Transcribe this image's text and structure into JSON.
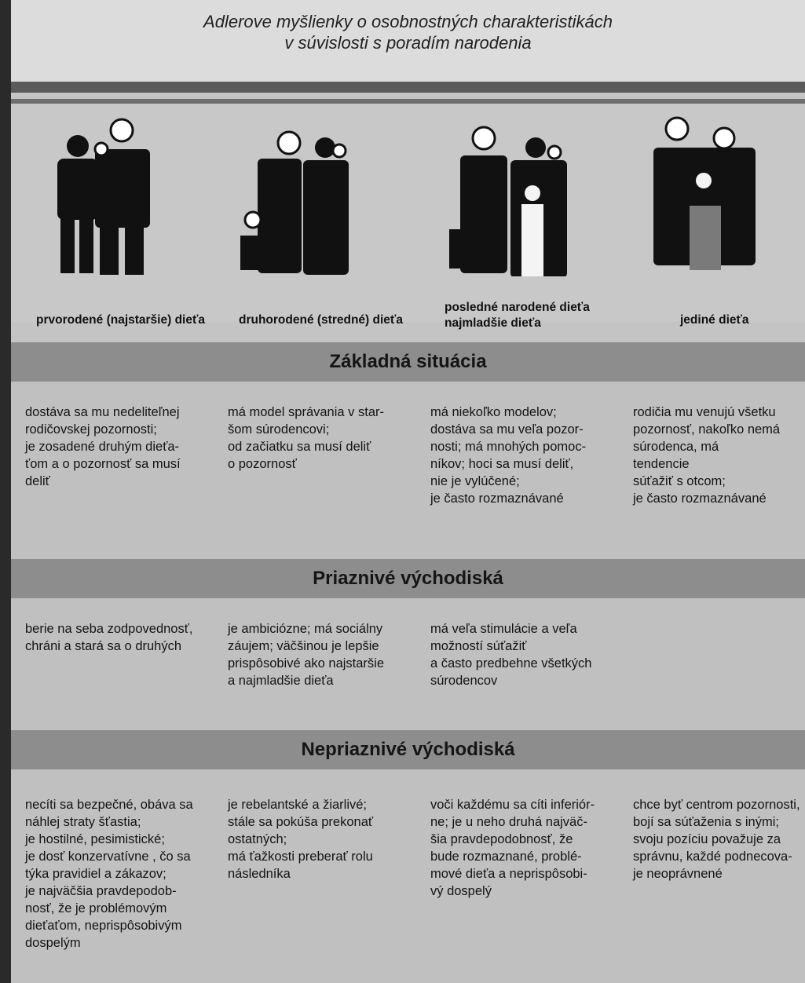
{
  "title": {
    "line1": "Adlerove myšlienky o osobnostných charakteristikách",
    "line2": "v súvislosti s poradím narodenia"
  },
  "figures": [
    {
      "icon": "family-firstborn-icon",
      "label": "prvorodené (najstaršie) dieťa"
    },
    {
      "icon": "family-middle-child-icon",
      "label": "druhorodené (stredné) dieťa"
    },
    {
      "icon": "family-youngest-child-icon",
      "label_line1": "posledné narodené dieťa",
      "label_line2": "najmladšie dieťa"
    },
    {
      "icon": "family-only-child-icon",
      "label": "jediné dieťa"
    }
  ],
  "sections": {
    "basic": {
      "heading": "Základná situácia",
      "cols": [
        "dostáva sa mu nedeliteľnej\nrodičovskej pozornosti;\nje zosadené druhým dieťa-\nťom a  o pozornosť sa musí\ndeliť",
        "má model správania v star-\nšom súrodencovi;\nod začiatku sa musí deliť\no pozornosť",
        "má niekoľko modelov;\ndostáva sa mu veľa pozor-\nnosti; má mnohých pomoc-\nníkov; hoci sa musí deliť,\nnie je vylúčené;\nje často rozmaznávané",
        "rodičia mu venujú všetku\npozornosť, nakoľko nemá\nsúrodenca, má\ntendencie\nsúťažiť s otcom;\nje často rozmaznávané"
      ]
    },
    "positive": {
      "heading": "Priaznivé východiská",
      "cols": [
        "berie na seba zodpovednosť,\nchráni a stará sa o druhých",
        "je ambiciózne; má sociálny\nzáujem; väčšinou je lepšie\nprispôsobivé ako najstaršie\na najmladšie dieťa",
        "má veľa stimulácie a veľa\nmožností súťažiť\na často predbehne všetkých\nsúrodencov",
        ""
      ]
    },
    "negative": {
      "heading": "Nepriaznivé východiská",
      "cols": [
        "necíti sa bezpečné, obáva sa\nnáhlej straty šťastia;\nje hostilné, pesimistické;\nje dosť konzervatívne , čo sa\ntýka pravidiel a zákazov;\nje najväčšia pravdepodob-\nnosť, že je problémovým\ndieťaťom, neprispôsobivým\ndospelým",
        "je rebelantské a žiarlivé;\nstále sa pokúša prekonať\nostatných;\nmá ťažkosti preberať rolu\nnásledníka",
        "voči každému sa cíti inferiór-\nne; je u neho druhá najväč-\nšia pravdepodobnosť, že\nbude rozmaznané, problé-\nmové dieťa a neprispôsobi-\nvý dospelý",
        "chce byť centrom pozornosti,\nbojí sa súťaženia s inými;\n svoju pozíciu považuje za\nsprávnu, každé podnecova-\nje neoprávnené"
      ]
    }
  }
}
